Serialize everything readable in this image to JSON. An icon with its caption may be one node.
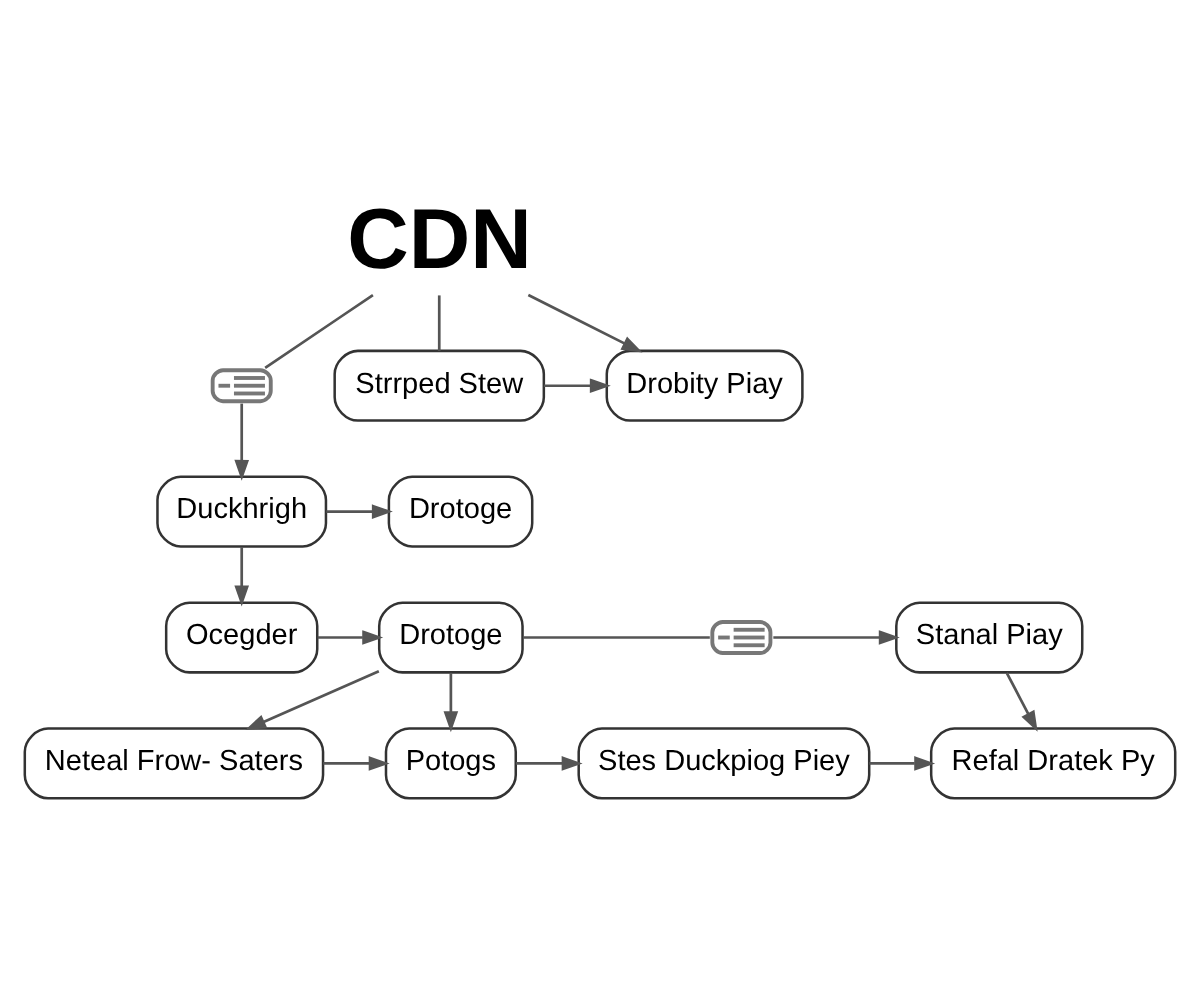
{
  "diagram": {
    "nodes": [
      {
        "text": [
          "CDN"
        ]
      },
      {
        "text": [],
        "shape": "picture"
      },
      {
        "text": [
          "Strrped Stew"
        ]
      },
      {
        "text": [
          "Drobity Piay"
        ]
      },
      {
        "text": [
          "Duckhrigh"
        ]
      },
      {
        "text": [
          "Drotoge"
        ]
      },
      {
        "text": [
          "Ocegder"
        ]
      },
      {
        "text": [
          "Drotoge"
        ]
      },
      {
        "text": [],
        "shape": "picture"
      },
      {
        "text": [
          "Stanal Piay"
        ]
      },
      {
        "text": [
          "Neteal Frow- Saters"
        ]
      },
      {
        "text": [
          "Potogs"
        ]
      },
      {
        "text": [
          "Stes Duckpiog Piey"
        ]
      },
      {
        "text": [
          "Refal Dratek Py"
        ]
      }
    ],
    "edges": [
      {
        "from": 0,
        "to": 1,
        "arrow": "none"
      },
      {
        "from": 0,
        "to": 2,
        "arrow": "none"
      },
      {
        "from": 0,
        "to": 3,
        "arrow": "to"
      },
      {
        "from": 2,
        "to": 3,
        "arrow": "to"
      },
      {
        "from": 1,
        "to": 4,
        "arrow": "to"
      },
      {
        "from": 4,
        "to": 5,
        "arrow": "to"
      },
      {
        "from": 4,
        "to": 6,
        "arrow": "to"
      },
      {
        "from": 6,
        "to": 7,
        "arrow": "to"
      },
      {
        "from": 7,
        "to": 8,
        "arrow": "none"
      },
      {
        "from": 8,
        "to": 9,
        "arrow": "to"
      },
      {
        "from": 7,
        "to": 10,
        "arrow": "to"
      },
      {
        "from": 7,
        "to": 11,
        "arrow": "to"
      },
      {
        "from": 10,
        "to": 11,
        "arrow": "to"
      },
      {
        "from": 11,
        "to": 12,
        "arrow": "to"
      },
      {
        "from": 12,
        "to": 13,
        "arrow": "to"
      },
      {
        "from": 9,
        "to": 13,
        "arrow": "to"
      }
    ]
  }
}
